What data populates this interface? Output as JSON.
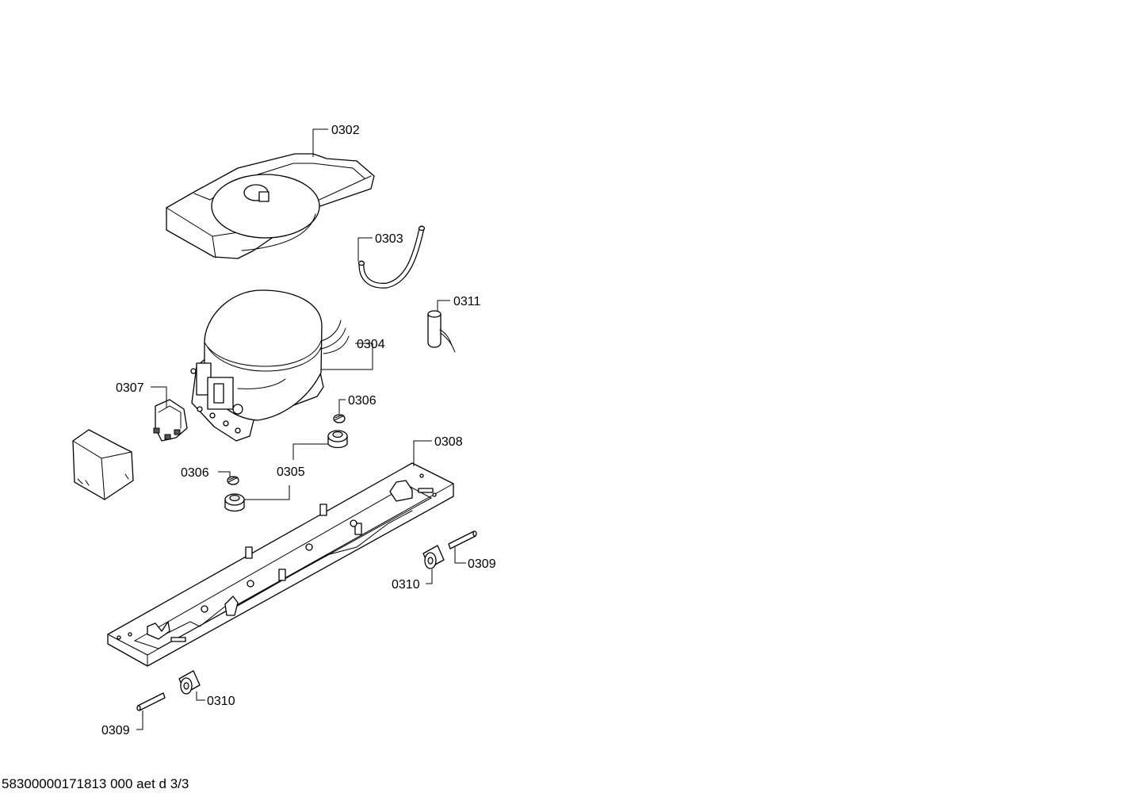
{
  "diagram": {
    "callouts": {
      "c0302": "0302",
      "c0303": "0303",
      "c0311": "0311",
      "c0304": "0304",
      "c0307": "0307",
      "c0306a": "0306",
      "c0305": "0305",
      "c0306b": "0306",
      "c0308": "0308",
      "c0309a": "0309",
      "c0310a": "0310",
      "c0310b": "0310",
      "c0309b": "0309"
    }
  },
  "footer": {
    "text": "58300000171813 000 aet d 3/3"
  }
}
